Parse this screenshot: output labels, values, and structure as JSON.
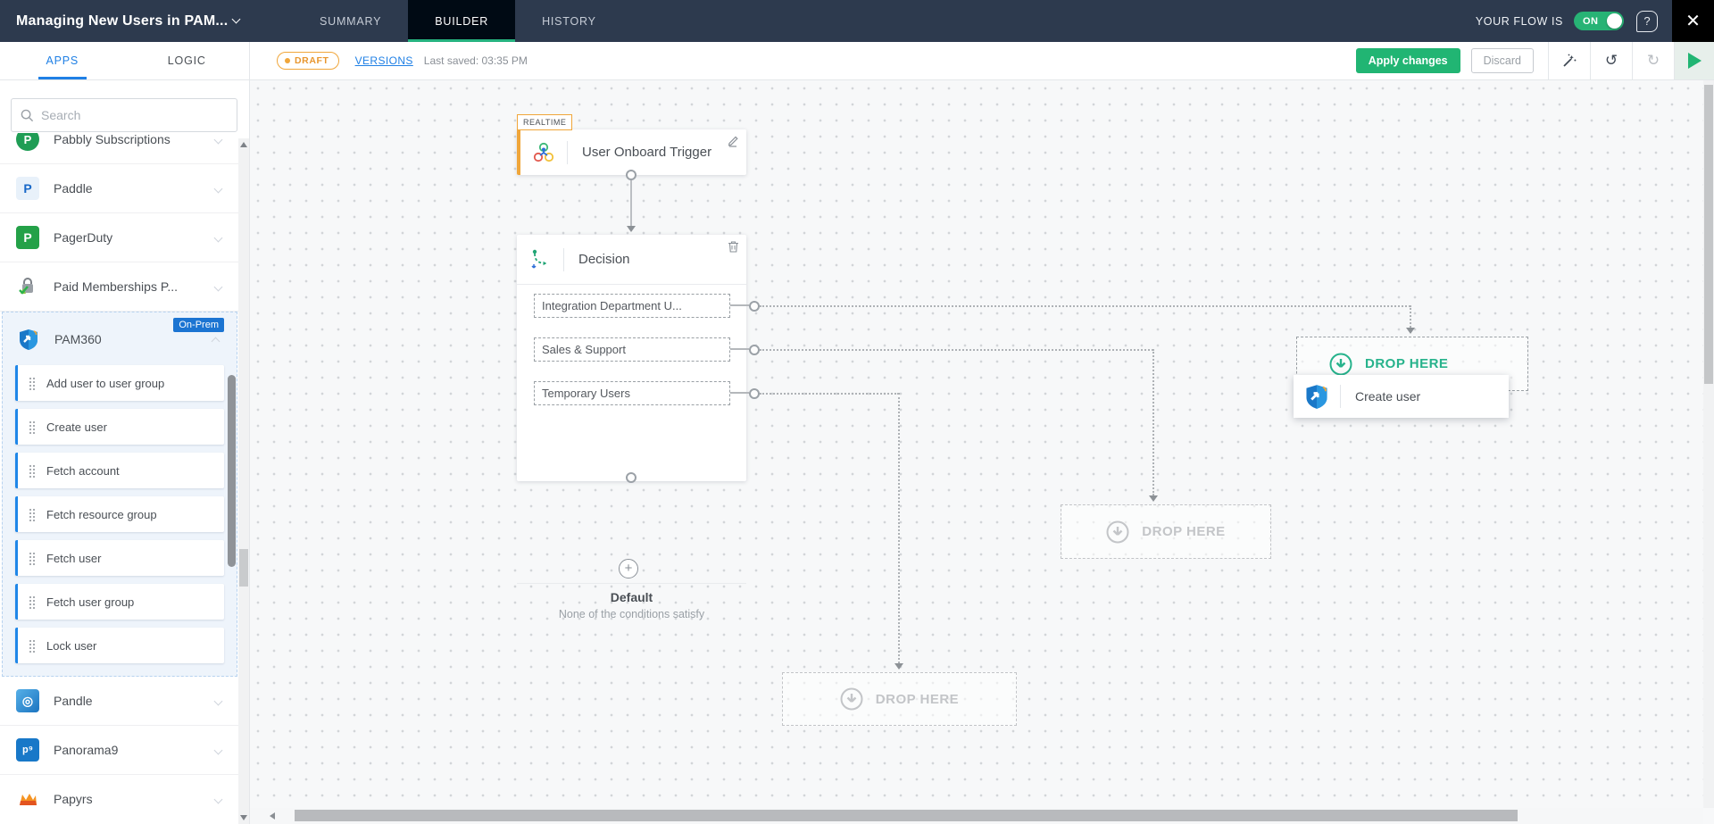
{
  "header": {
    "title": "Managing New Users in PAM...",
    "tabs": {
      "summary": "SUMMARY",
      "builder": "BUILDER",
      "history": "HISTORY"
    },
    "flow_status_label": "YOUR FLOW IS",
    "toggle_label": "ON",
    "help_label": "?",
    "close_label": "✕"
  },
  "toolbar": {
    "draft_label": "DRAFT",
    "versions_label": "VERSIONS",
    "last_saved": "Last saved: 03:35 PM",
    "apply_label": "Apply changes",
    "discard_label": "Discard",
    "undo_glyph": "↺",
    "redo_glyph": "↻"
  },
  "sidebar": {
    "tabs": {
      "apps": "APPS",
      "logic": "LOGIC"
    },
    "search_placeholder": "Search",
    "apps": [
      {
        "name": "Pabbly Subscriptions",
        "initial": "P"
      },
      {
        "name": "Paddle",
        "initial": "P"
      },
      {
        "name": "PagerDuty",
        "initial": "P"
      },
      {
        "name": "Paid Memberships P..."
      },
      {
        "name": "PAM360",
        "badge": "On-Prem",
        "actions": [
          "Add user to user group",
          "Create user",
          "Fetch account",
          "Fetch resource group",
          "Fetch user",
          "Fetch user group",
          "Lock user"
        ]
      },
      {
        "name": "Pandle",
        "initial": "◎"
      },
      {
        "name": "Panorama9",
        "initial": "p⁹"
      },
      {
        "name": "Papyrs"
      }
    ]
  },
  "canvas": {
    "trigger": {
      "tag": "REALTIME",
      "label": "User Onboard Trigger"
    },
    "decision": {
      "label": "Decision",
      "branches": [
        "Integration Department U...",
        "Sales & Support",
        "Temporary Users"
      ],
      "add_branch_glyph": "+",
      "default_title": "Default",
      "default_subtitle": "None of the conditions satisfy"
    },
    "drop_zones": [
      {
        "label": "DROP HERE",
        "state": "active"
      },
      {
        "label": "DROP HERE",
        "state": "idle"
      },
      {
        "label": "DROP HERE",
        "state": "idle"
      }
    ],
    "drag_node": {
      "label": "Create user"
    }
  },
  "colors": {
    "accent_green": "#21b573",
    "accent_blue": "#2080e5",
    "accent_orange": "#f0a63a",
    "drop_active": "#27b38c",
    "header_bg": "#2d3a4e"
  }
}
